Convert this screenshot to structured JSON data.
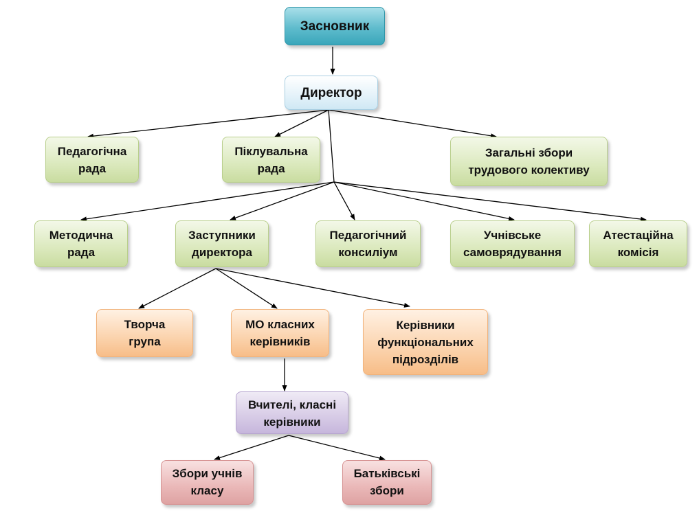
{
  "nodes": {
    "founder": "Засновник",
    "director": "Директор",
    "pedagogical_council": "Педагогічна\nрада",
    "board_of_trustees": "Піклувальна\nрада",
    "general_meeting": "Загальні збори\nтрудового колективу",
    "methodical_council": "Методична\nрада",
    "deputy_directors": "Заступники\nдиректора",
    "pedagogical_consilium": "Педагогічний\nконсиліум",
    "student_self_government": "Учнівське\nсамоврядування",
    "attestation_commission": "Атестаційна\nкомісія",
    "creative_group": "Творча\nгрупа",
    "mo_class_teachers": "МО класних\nкерівників",
    "functional_unit_heads": "Керівники\nфункціональних\nпідрозділів",
    "teachers_class_teachers": "Вчителі, класні\nкерівники",
    "student_meetings": "Збори учнів\nкласу",
    "parent_meetings": "Батьківські\nзбори"
  },
  "colors": {
    "teal": "#4db3c5",
    "blue": "#e2f1f8",
    "green": "#d5e5b3",
    "orange": "#f9c99b",
    "purple": "#d2c5e3",
    "pink": "#e8b1b1",
    "connector": "#000000"
  }
}
